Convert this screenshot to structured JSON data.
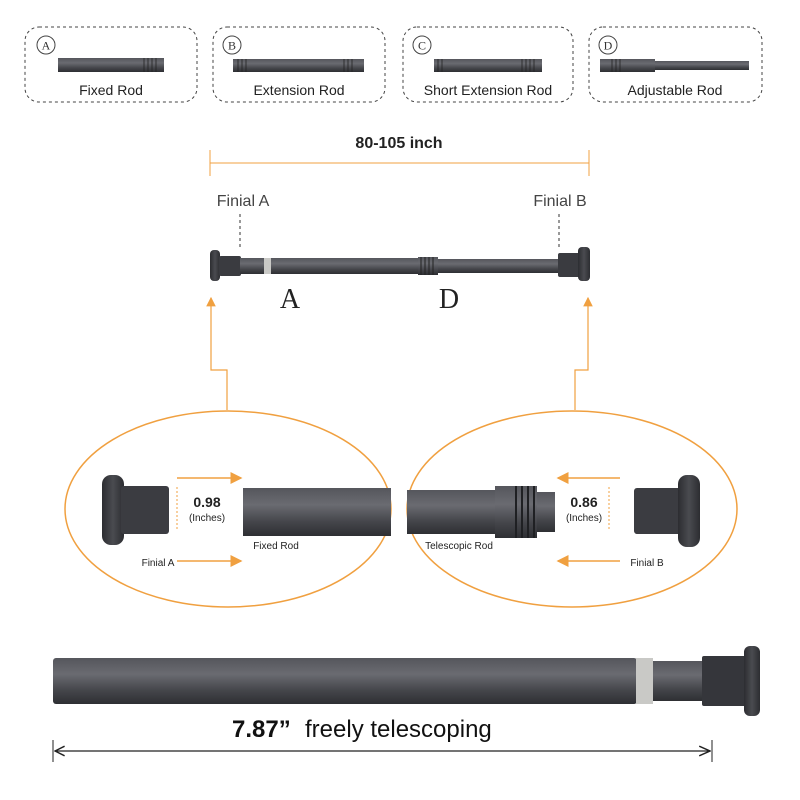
{
  "rod_types": [
    {
      "letter": "A",
      "label": "Fixed Rod"
    },
    {
      "letter": "B",
      "label": "Extension Rod"
    },
    {
      "letter": "C",
      "label": "Short Extension Rod"
    },
    {
      "letter": "D",
      "label": "Adjustable Rod"
    }
  ],
  "assembly": {
    "length_label": "80-105 inch",
    "finial_a_label": "Finial A",
    "finial_b_label": "Finial B",
    "part_a_letter": "A",
    "part_d_letter": "D"
  },
  "detail_left": {
    "diameter_value": "0.98",
    "unit_label": "(Inches)",
    "rod_label": "Fixed Rod",
    "finial_label": "Finial A"
  },
  "detail_right": {
    "diameter_value": "0.86",
    "unit_label": "(Inches)",
    "rod_label": "Telescopic Rod",
    "finial_label": "Finial B"
  },
  "bottom": {
    "length_value": "7.87”",
    "caption": "freely telescoping"
  },
  "colors": {
    "accent_orange": "#f0a040",
    "rod_dark": "#3e3f44",
    "rod_light": "#5a5b61",
    "gap_ring": "#c9c9c6"
  }
}
